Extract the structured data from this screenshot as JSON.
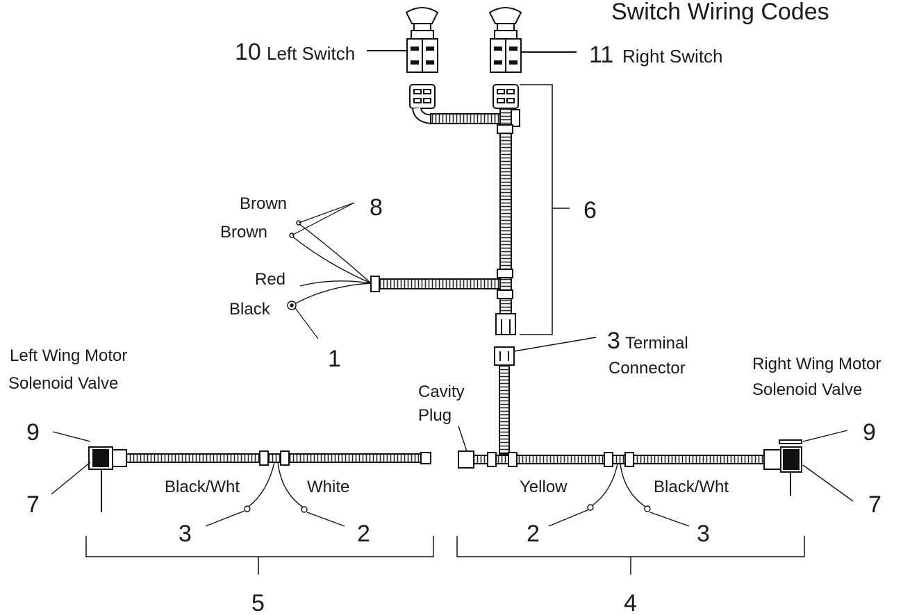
{
  "title": "Switch Wiring Codes",
  "callouts": {
    "left_switch_num": "10",
    "left_switch_label": "Left Switch",
    "right_switch_num": "11",
    "right_switch_label": "Right Switch",
    "harness_6": "6",
    "wires_8": "8",
    "ring_1": "1",
    "terminal_num": "3",
    "terminal_line1": "Terminal",
    "terminal_line2": "Connector",
    "left_9": "9",
    "left_7": "7",
    "right_9": "9",
    "right_7": "7",
    "left_3": "3",
    "left_2": "2",
    "right_2": "2",
    "right_3": "3",
    "bracket_5": "5",
    "bracket_4": "4"
  },
  "wires": {
    "brown_top": "Brown",
    "brown_bottom": "Brown",
    "red": "Red",
    "black": "Black",
    "left_black_wht": "Black/Wht",
    "left_white": "White",
    "right_yellow": "Yellow",
    "right_black_wht": "Black/Wht"
  },
  "components": {
    "left_valve_line1": "Left Wing Motor",
    "left_valve_line2": "Solenoid Valve",
    "right_valve_line1": "Right Wing Motor",
    "right_valve_line2": "Solenoid Valve",
    "cavity_line1": "Cavity",
    "cavity_line2": "Plug"
  }
}
